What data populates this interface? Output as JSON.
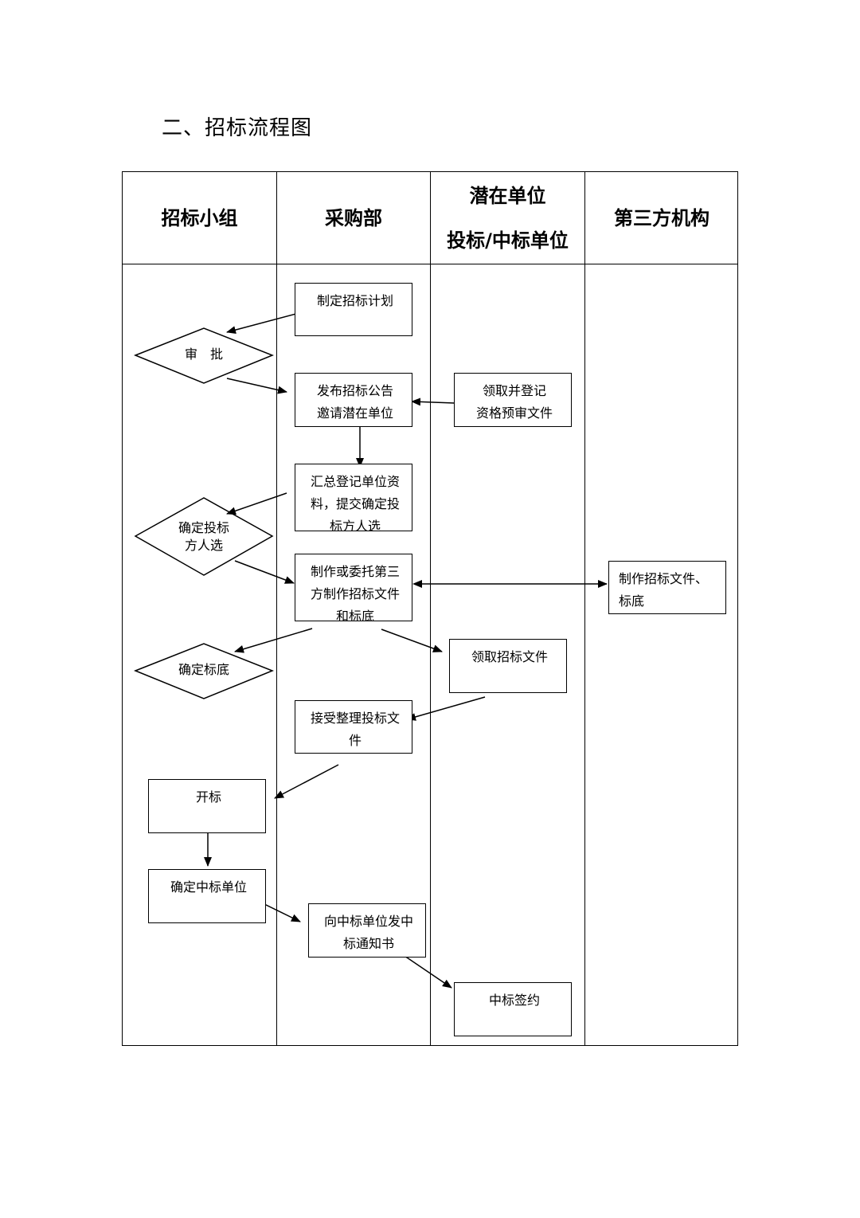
{
  "page": {
    "title": "二、招标流程图"
  },
  "lanes": [
    {
      "line1": "招标小组",
      "line2": ""
    },
    {
      "line1": "采购部",
      "line2": ""
    },
    {
      "line1": "潜在单位",
      "line2": "投标/中标单位"
    },
    {
      "line1": "第三方机构",
      "line2": ""
    }
  ],
  "nodes": {
    "plan": {
      "line1": "制定招标计划",
      "line2": ""
    },
    "approve": {
      "line1": "审　批"
    },
    "announce": {
      "line1": "发布招标公告",
      "line2": "邀请潜在单位"
    },
    "register": {
      "line1": "领取并登记",
      "line2": "资格预审文件"
    },
    "summary": {
      "line1": "汇总登记单位资",
      "line2": "料，提交确定投",
      "line3": "标方人选"
    },
    "select_bidders": {
      "line1": "确定投标",
      "line2": "方人选"
    },
    "make_docs": {
      "line1": "制作或委托第三",
      "line2": "方制作招标文件",
      "line3": "和标底"
    },
    "third_party_docs": {
      "line1": "制作招标文件、",
      "line2": "标底"
    },
    "base_price": {
      "line1": "确定标底"
    },
    "get_docs": {
      "line1": "领取招标文件"
    },
    "receive_bids": {
      "line1": "接受整理投标文",
      "line2": "件"
    },
    "open_bids": {
      "line1": "开标"
    },
    "select_winner": {
      "line1": "确定中标单位"
    },
    "notify": {
      "line1": "向中标单位发中",
      "line2": "标通知书"
    },
    "sign": {
      "line1": "中标签约"
    }
  }
}
